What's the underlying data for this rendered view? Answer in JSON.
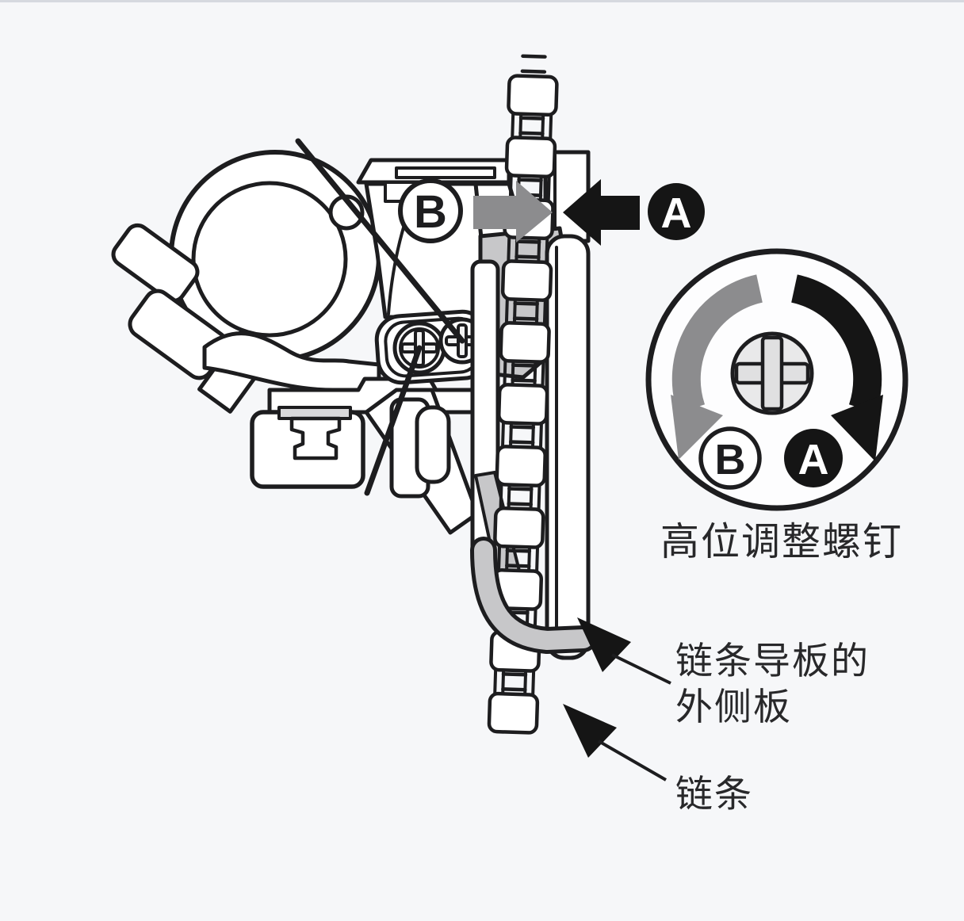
{
  "title": "front-derailleur-top-adjustment-diagram",
  "colors": {
    "background": "#f6f7f9",
    "line": "#1d1d1f",
    "plate_gray": "#c7c7c9",
    "plate_gray_light": "#d9d9db",
    "arrow_gray": "#8c8c8e",
    "arrow_black": "#151515",
    "screw_fill": "#e9e9ea",
    "screw_cross_fill": "#e0e0e1",
    "text": "#28282a",
    "white": "#ffffff"
  },
  "annotations": {
    "marker_b_top": "B",
    "marker_a_top": "A",
    "detail": {
      "marker_b": "B",
      "marker_a": "A",
      "caption": "高位调整螺钉"
    },
    "outer_plate_label": {
      "line1": "链条导板的",
      "line2": "外侧板"
    },
    "chain_label": "链条"
  }
}
